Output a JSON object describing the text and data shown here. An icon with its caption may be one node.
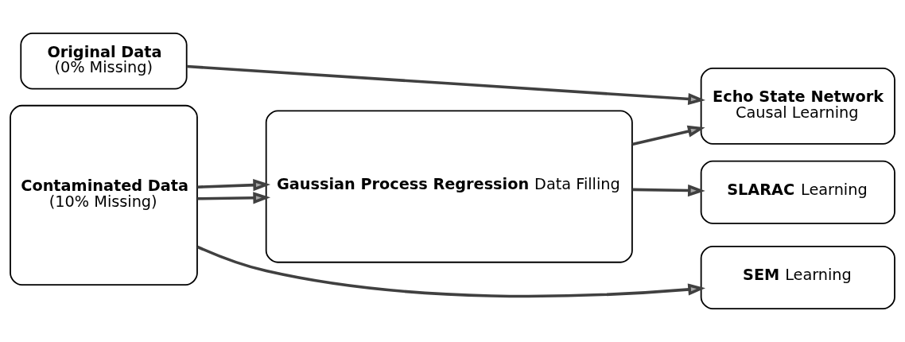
{
  "diagram": {
    "nodes": [
      {
        "text": [
          "Original Data",
          "(0% Missing)"
        ]
      },
      {
        "text": [
          "Contaminated Data",
          "(10% Missing)"
        ]
      },
      {
        "text": [
          "**Gaussian Process Regression** Data Filling"
        ]
      },
      {
        "text": [
          "Echo State Network",
          "Causal Learning"
        ]
      },
      {
        "text": [
          "**SLARAC** Learning"
        ]
      },
      {
        "text": [
          "**SEM** Learning"
        ]
      }
    ],
    "edges": [
      {
        "from": 0,
        "to": 3,
        "arrow": "to"
      },
      {
        "from": 1,
        "to": 2,
        "arrow": "to"
      },
      {
        "from": 1,
        "to": 2,
        "arrow": "to"
      },
      {
        "from": 2,
        "to": 3,
        "arrow": "to"
      },
      {
        "from": 2,
        "to": 4,
        "arrow": "to"
      },
      {
        "from": 1,
        "to": 5,
        "arrow": "to"
      }
    ]
  }
}
